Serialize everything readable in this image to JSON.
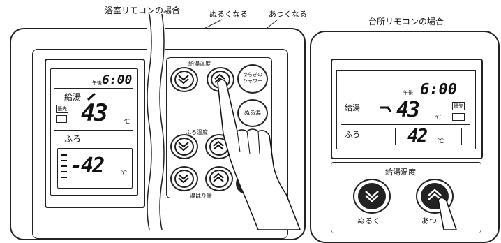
{
  "captions": {
    "bath": "浴室リモコンの場合",
    "kitchen": "台所リモコンの場合",
    "cooler": "ぬるくなる",
    "hotter": "あつくなる"
  },
  "bath_remote": {
    "clock_prefix": "午後",
    "time": "6:00",
    "kyuto_label": "給湯",
    "yusen_label": "優先",
    "kyuto_temp": "43",
    "furo_label": "ふろ",
    "furo_temp": "-42",
    "unit": "℃",
    "kyuto_ondo_label": "給湯温度",
    "yuragi_label": "ゆらぎの\nシャワー",
    "nuruyu_label": "ぬる湯",
    "furo_ondo_label": "ふろ温度",
    "yuhari_label": "湯はり量"
  },
  "kitchen_remote": {
    "clock_prefix": "午後",
    "time": "6:00",
    "kyuto_label": "給湯",
    "yusen_label": "優先",
    "kyuto_temp": "43",
    "furo_label": "ふろ",
    "furo_temp": "42",
    "unit": "℃",
    "kyuto_ondo_label": "給湯温度",
    "down_label": "ぬるく",
    "up_label": "あつ"
  }
}
